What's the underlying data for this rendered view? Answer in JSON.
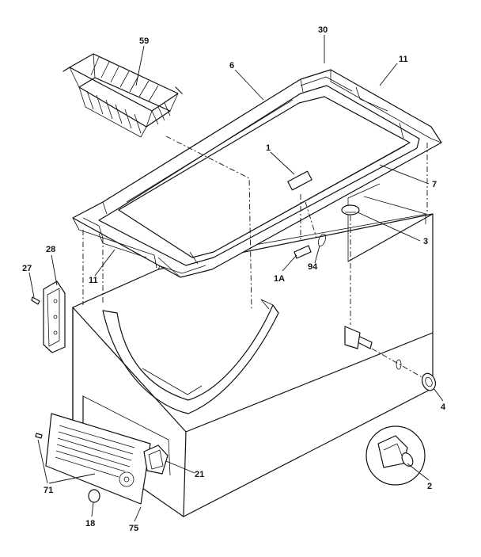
{
  "callouts": [
    {
      "id": "c59",
      "text": "59"
    },
    {
      "id": "c30",
      "text": "30"
    },
    {
      "id": "c6",
      "text": "6"
    },
    {
      "id": "c11a",
      "text": "11"
    },
    {
      "id": "c1",
      "text": "1"
    },
    {
      "id": "c7",
      "text": "7"
    },
    {
      "id": "c3",
      "text": "3"
    },
    {
      "id": "c28",
      "text": "28"
    },
    {
      "id": "c27",
      "text": "27"
    },
    {
      "id": "c11b",
      "text": "11"
    },
    {
      "id": "c94",
      "text": "94"
    },
    {
      "id": "c1A",
      "text": "1A"
    },
    {
      "id": "c4",
      "text": "4"
    },
    {
      "id": "c21",
      "text": "21"
    },
    {
      "id": "c2",
      "text": "2"
    },
    {
      "id": "c71",
      "text": "71"
    },
    {
      "id": "c18",
      "text": "18"
    },
    {
      "id": "c75",
      "text": "75"
    }
  ]
}
